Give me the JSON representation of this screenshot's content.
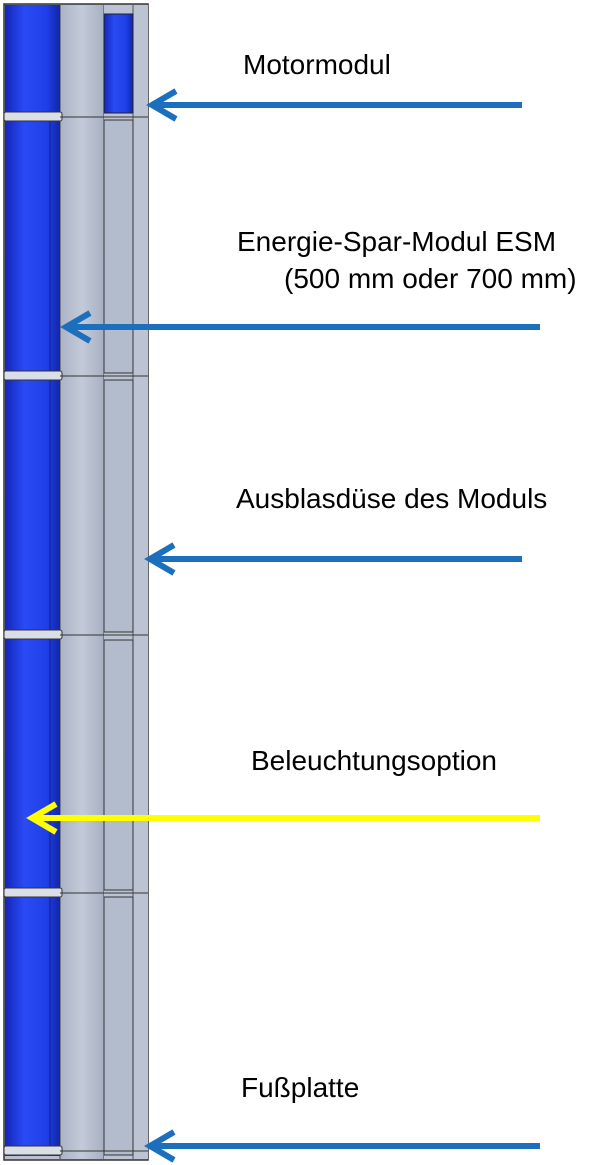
{
  "labels": {
    "motor": "Motormodul",
    "esm_line1": "Energie-Spar-Modul ESM",
    "esm_line2": "(500 mm oder 700 mm)",
    "nozzle": "Ausblasdüse des Moduls",
    "lighting": "Beleuchtungsoption",
    "base": "Fußplatte"
  },
  "colors": {
    "arrow_blue": "#1c6fbd",
    "arrow_yellow": "#ffff00",
    "module_blue": "#1f3fe8",
    "module_grey": "#b8c1d2"
  }
}
